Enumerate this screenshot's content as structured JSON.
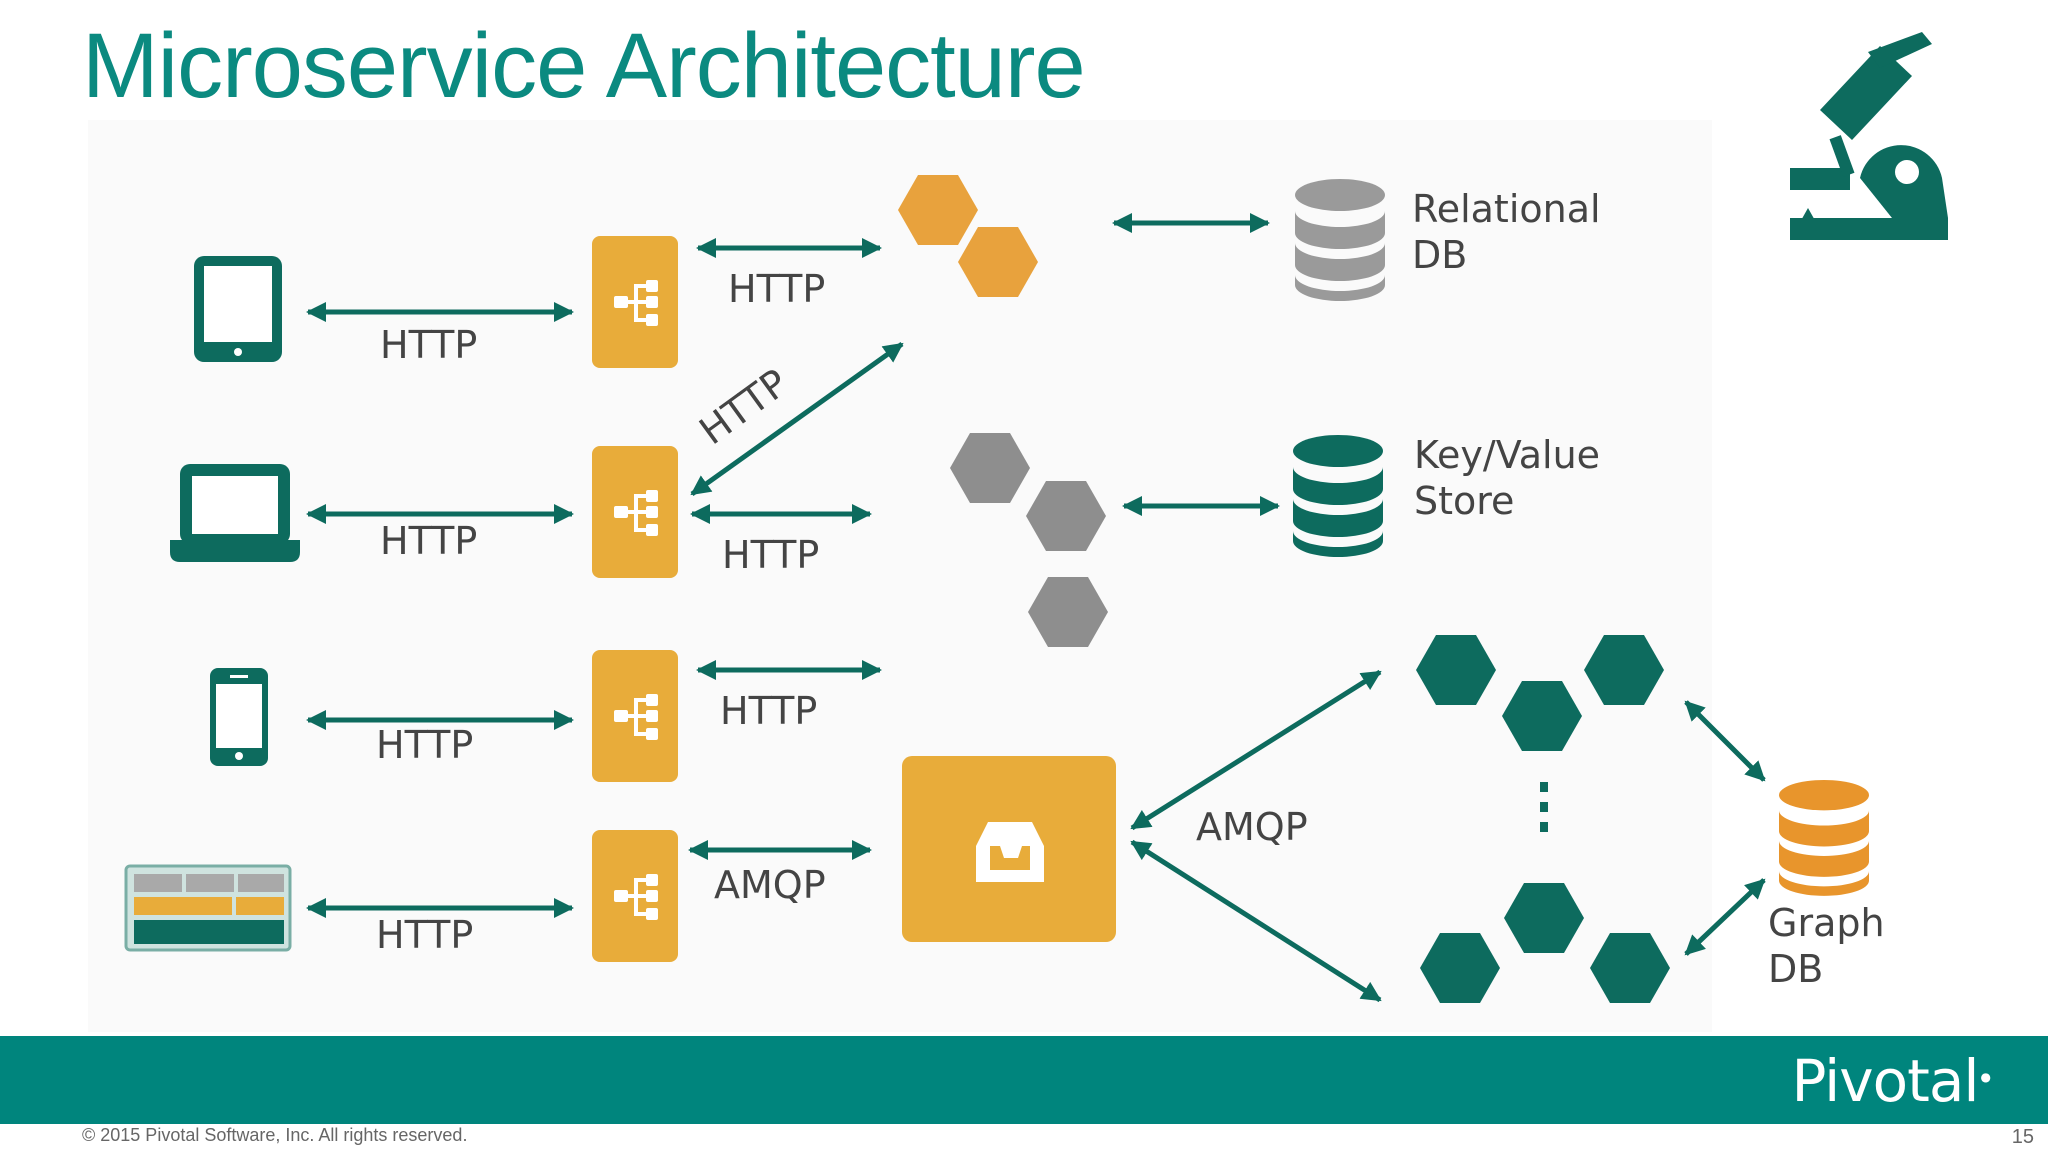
{
  "slide": {
    "title": "Microservice Architecture",
    "logo": "Pivotal",
    "copyright": "© 2015 Pivotal Software, Inc.  All rights reserved.",
    "page_number": "15"
  },
  "clients": [
    "tablet",
    "laptop",
    "phone",
    "web-page"
  ],
  "client_links": [
    "HTTP",
    "HTTP",
    "HTTP",
    "HTTP"
  ],
  "gateway_links": {
    "gw1": "HTTP",
    "diagonal": "HTTP",
    "gw2": "HTTP",
    "gw3": "HTTP",
    "gw4": "AMQP"
  },
  "queue_links": {
    "amqp": "AMQP"
  },
  "stores": {
    "relational": [
      "Relational",
      "DB"
    ],
    "keyvalue": [
      "Key/Value",
      "Store"
    ],
    "graph": [
      "Graph",
      "DB"
    ]
  },
  "colors": {
    "teal": "#0d6b5e",
    "accent_teal": "#00857d",
    "gateway_yellow": "#e8ac3a",
    "hex_orange": "#e8a23d",
    "hex_gray": "#8e8e8e",
    "db_gray": "#9a9a9a",
    "db_orange": "#e8952c"
  },
  "icons": [
    "microscope-icon",
    "tablet-icon",
    "laptop-icon",
    "phone-icon",
    "web-page-icon",
    "gateway-icon",
    "inbox-icon",
    "database-icon"
  ]
}
